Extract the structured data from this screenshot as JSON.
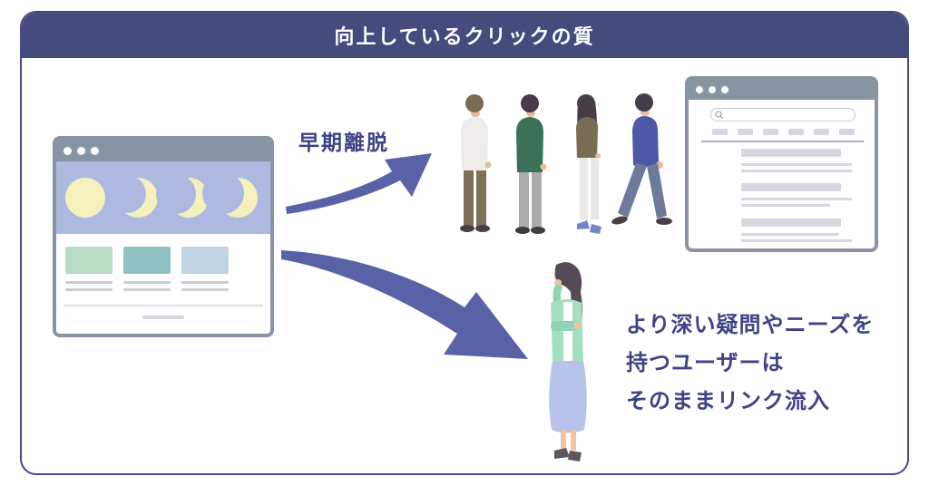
{
  "header": {
    "title": "向上しているクリックの質",
    "bg_color": "#464b7e",
    "text_color": "#ffffff"
  },
  "labels": {
    "early_exit": "早期離脱"
  },
  "message": {
    "lines": [
      "より深い疑問やニーズを",
      "持つユーザーは",
      "そのままリンク流入"
    ]
  },
  "colors": {
    "frame_border": "#464b7e",
    "arrow": "#5a62a7",
    "accent_text": "#3e4486",
    "browser_chrome": "#8893a4",
    "hero_bg": "#aeb9e2",
    "moon": "#f5f1bd",
    "card_mint": "#b7dbc5",
    "card_teal": "#8dc0c0",
    "card_blue": "#bfd4e2",
    "placeholder_gray": "#d5d8de"
  },
  "illustrations": {
    "left_browser": "website-page-with-moon-phases-and-three-article-cards",
    "right_browser": "search-results-page-with-search-bar",
    "moon_phases": [
      "moon-full",
      "moon-crescent-wide",
      "moon-crescent-medium",
      "moon-crescent-thin"
    ],
    "people_leaving": [
      "man-white-shirt-back",
      "man-green-sweater-back",
      "woman-brown-top-back",
      "man-blue-jacket-walking"
    ],
    "thinking_woman": "woman-thinking-hand-on-chin"
  }
}
